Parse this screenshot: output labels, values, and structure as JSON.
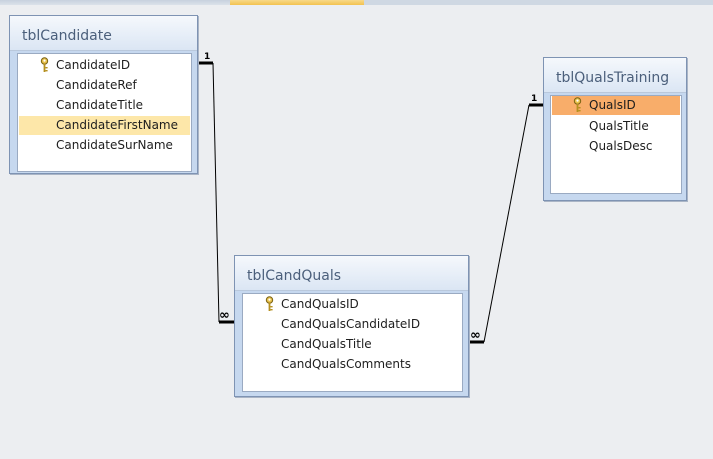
{
  "tables": [
    {
      "name": "tblCandidate",
      "fields": [
        {
          "label": "CandidateID",
          "key": true
        },
        {
          "label": "CandidateRef"
        },
        {
          "label": "CandidateTitle"
        },
        {
          "label": "CandidateFirstName",
          "highlighted": true
        },
        {
          "label": "CandidateSurName"
        }
      ]
    },
    {
      "name": "tblQualsTraining",
      "fields": [
        {
          "label": "QualsID",
          "key": true,
          "selected": true
        },
        {
          "label": "QualsTitle"
        },
        {
          "label": "QualsDesc"
        }
      ]
    },
    {
      "name": "tblCandQuals",
      "fields": [
        {
          "label": "CandQualsID",
          "key": true
        },
        {
          "label": "CandQualsCandidateID"
        },
        {
          "label": "CandQualsTitle"
        },
        {
          "label": "CandQualsComments"
        }
      ]
    }
  ],
  "relationships": [
    {
      "one": "1",
      "many": "∞"
    },
    {
      "one": "1",
      "many": "∞"
    }
  ],
  "colors": {
    "background": "#eceef1",
    "table_frame": "#c6d8ef",
    "highlight": "#fde7a9",
    "selected": "#f8ad6a"
  },
  "icons": {
    "primary_key": "key-icon"
  }
}
